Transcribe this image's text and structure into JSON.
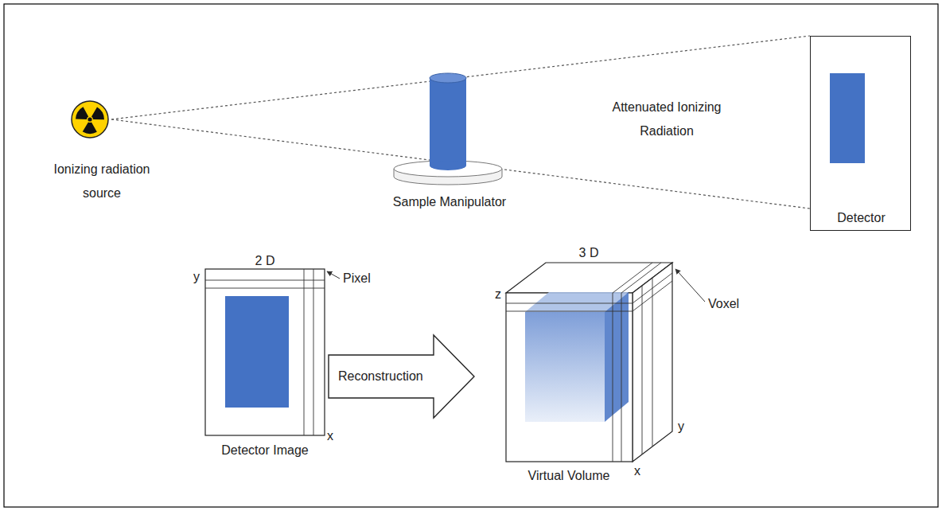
{
  "diagram": {
    "nodes": [
      {
        "text": [
          "Detector"
        ]
      },
      {
        "text": [
          "2 D",
          "Detector Image"
        ]
      },
      {
        "text": [
          "Reconstruction"
        ]
      },
      {
        "text": [
          "3 D",
          "Virtual Volume"
        ]
      }
    ],
    "labels": [
      "Attenuated Ionizing Radiation",
      "Ionizing radiation source",
      "Sample Manipulator",
      "Pixel",
      "y",
      "x",
      "z",
      "Voxel",
      "y",
      "x"
    ]
  }
}
